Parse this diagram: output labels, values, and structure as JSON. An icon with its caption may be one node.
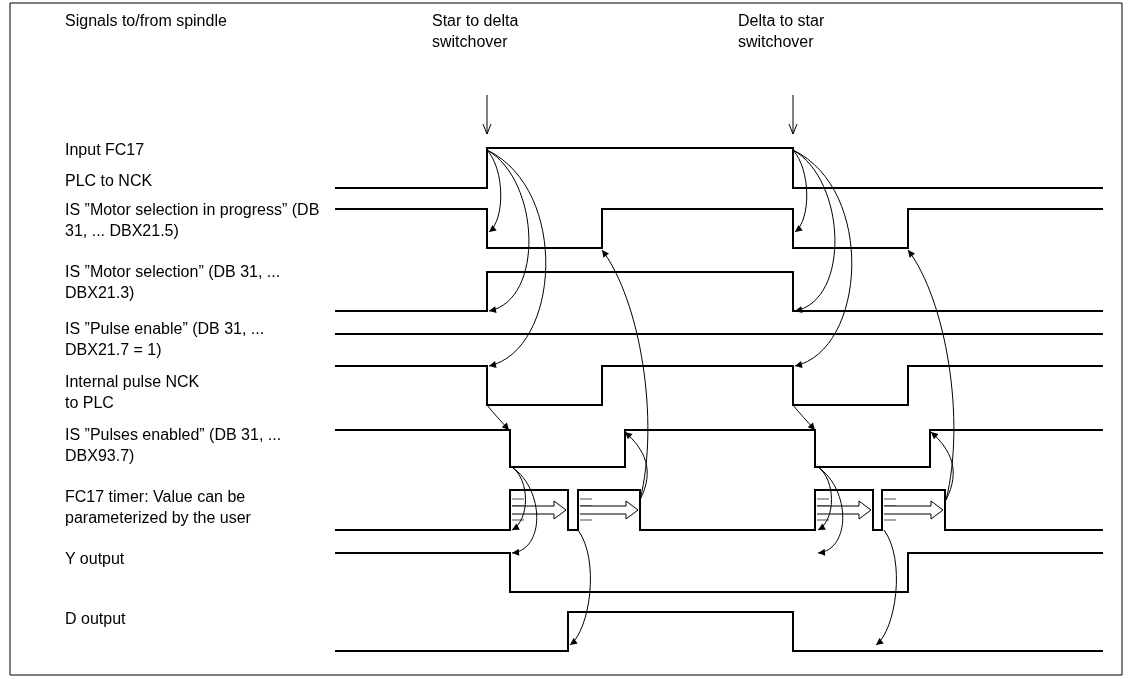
{
  "diagram": {
    "labels": [
      "Signals to/from spindle",
      "Star to delta switchover",
      "Delta to star switchover",
      "Input FC17",
      "PLC to NCK",
      "IS ”Motor selection in progress” (DB 31, ... DBX21.5)",
      "IS ”Motor selection” (DB 31, ... DBX21.3)",
      "IS ”Pulse enable” (DB 31, ... DBX21.7 = 1)",
      "Internal pulse NCK to PLC",
      "IS ”Pulses enabled” (DB 31, ... DBX93.7)",
      "FC17 timer: Value can be parameterized by the user",
      "Y output",
      "D output"
    ]
  }
}
